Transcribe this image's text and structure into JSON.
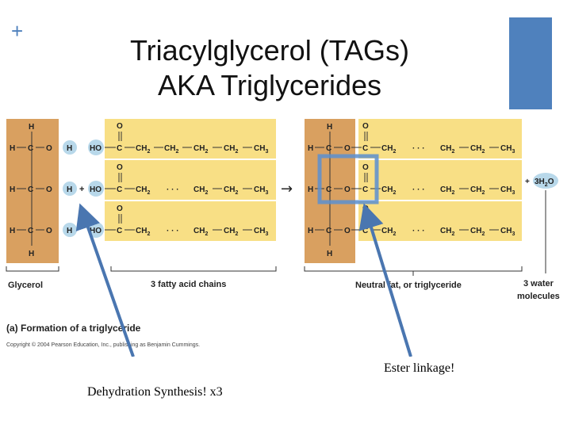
{
  "slide": {
    "plus_glyph": "+",
    "title_line1": "Triacylglycerol (TAGs)",
    "title_line2": "AKA Triglycerides",
    "accent_color": "#4f81bd"
  },
  "figure": {
    "glycerol": {
      "h": "H",
      "c": "C",
      "o": "O",
      "h_ions": [
        "H",
        "H",
        "H"
      ],
      "plus": "+"
    },
    "fatty_acid": {
      "ho": "HO",
      "c": "C",
      "o": "O",
      "ch2": "CH",
      "sub2": "2",
      "ch3": "CH",
      "sub3": "3",
      "dots": "· · ·"
    },
    "arrow_glyph": "→",
    "water": {
      "plus": "+ 3H",
      "sub": "2",
      "o": "O"
    },
    "labels": {
      "glycerol": "Glycerol",
      "fatty_acids": "3 fatty acid chains",
      "triglyceride": "Neutral fat, or triglyceride",
      "water_line1": "3 water",
      "water_line2": "molecules"
    },
    "caption": "(a) Formation of a triglyceride",
    "copyright": "Copyright © 2004 Pearson Education, Inc., publishing as Benjamin Cummings.",
    "colors": {
      "glycerol_bg": "#d9a060",
      "fatty_bg": "#f8df85",
      "ion_bg": "#b8d8ea",
      "arrow": "#4a76b0"
    }
  },
  "annotations": {
    "ester": "Ester linkage!",
    "dehydration": "Dehydration Synthesis! x3"
  }
}
